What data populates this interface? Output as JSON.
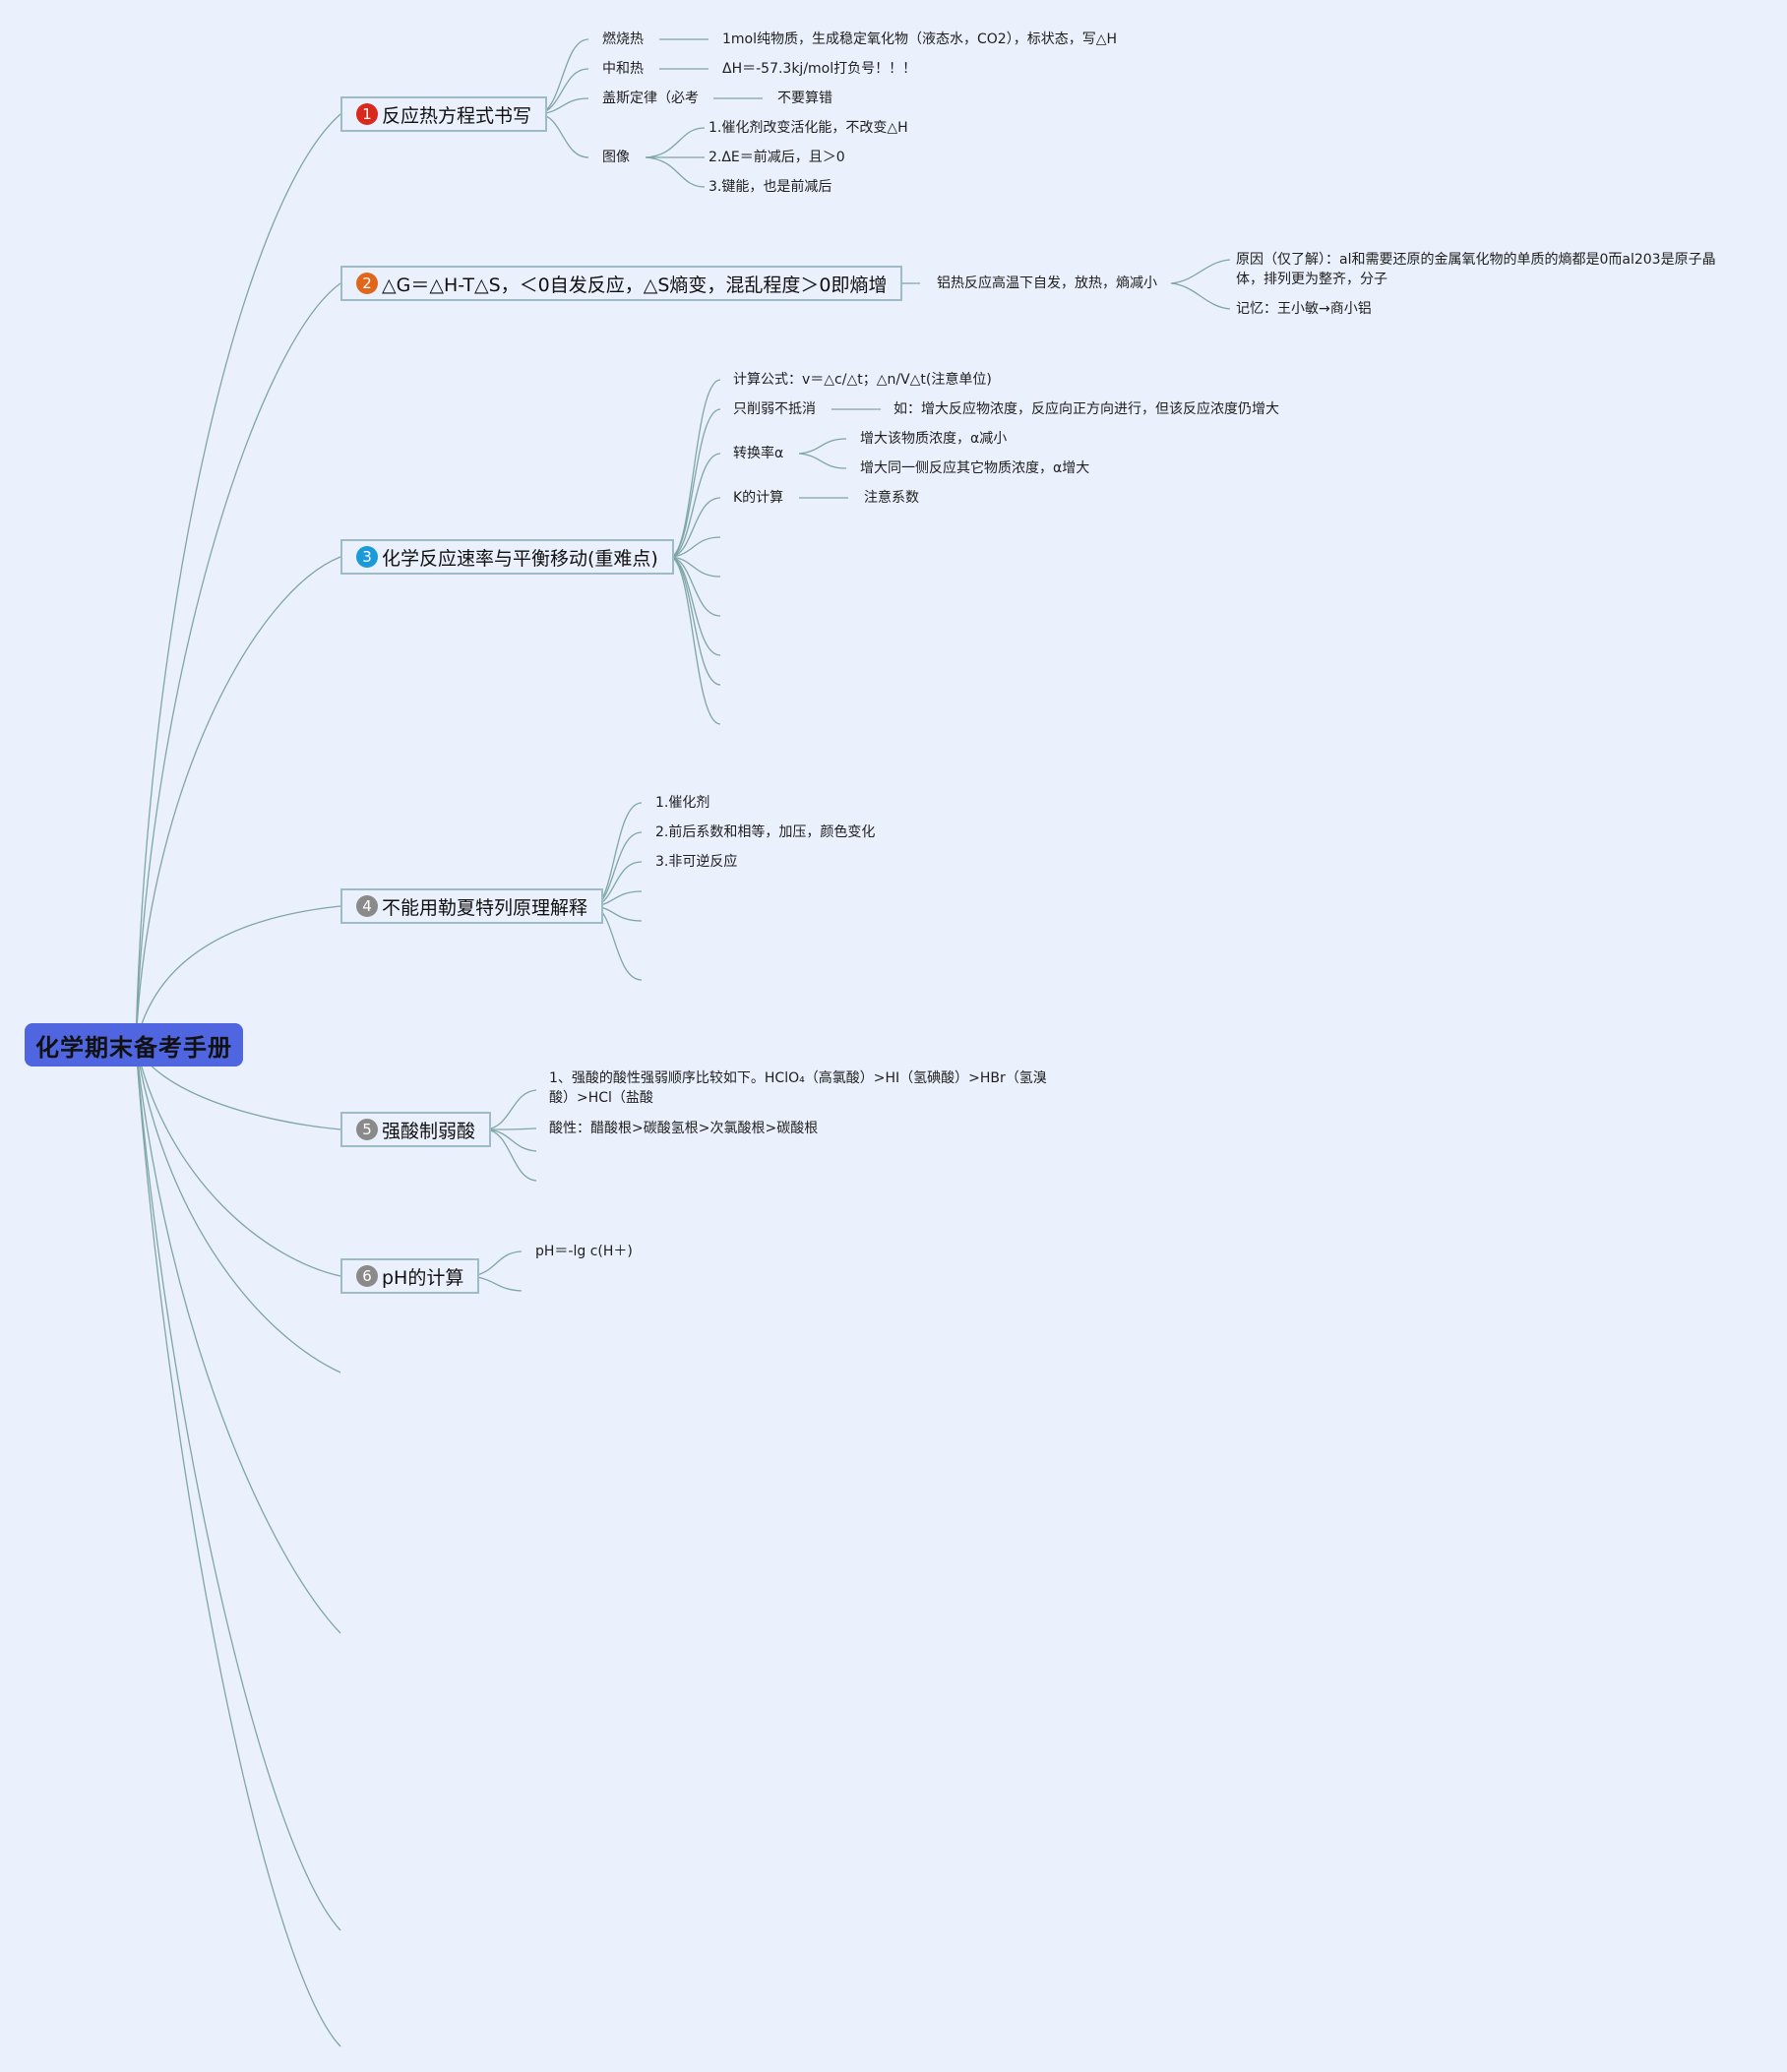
{
  "root": {
    "label": "化学期末备考手册"
  },
  "colors": {
    "background": "#eaf0fc",
    "root_fill": "#4f66e0",
    "line": "#7fa6a4",
    "badge_1": "#d9281c",
    "badge_2": "#e0661c",
    "badge_3": "#1a9ad8",
    "badge_gray": "#8a8a8a"
  },
  "topics": [
    {
      "number": "1",
      "label": "反应热方程式书写",
      "items": {
        "combustion": "燃烧热",
        "combustion_desc": "1mol纯物质，生成稳定氧化物（液态水，CO2），标状态，写△H",
        "neutralization": "中和热",
        "neutralization_desc": "ΔH＝-57.3kj/mol打负号！！！",
        "hess": "盖斯定律（必考",
        "hess_desc": "不要算错",
        "graph": "图像",
        "graph_1": "1.催化剂改变活化能，不改变△H",
        "graph_2": "2.ΔE＝前减后，且＞0",
        "graph_3": "3.键能，也是前减后"
      }
    },
    {
      "number": "2",
      "label": "△G＝△H-T△S，＜0自发反应，△S熵变，混乱程度＞0即熵增",
      "items": {
        "thermite": "铝热反应高温下自发，放热，熵减小",
        "reason": "原因（仅了解）：al和需要还原的金属氧化物的单质的熵都是0而al203是原子晶体，排列更为整齐，分子",
        "memory": "记忆：王小敏→商小铝"
      }
    },
    {
      "number": "3",
      "label": "化学反应速率与平衡移动(重难点)",
      "items": {
        "formula": "计算公式：v＝△c/△t；△n/V△t(注意单位)",
        "weaken": "只削弱不抵消",
        "weaken_desc": "如：增大反应物浓度，反应向正方向进行，但该反应浓度仍增大",
        "conversion": "转换率α",
        "conversion_1": "增大该物质浓度，α减小",
        "conversion_2": "增大同一侧反应其它物质浓度，α增大",
        "k_calc": "K的计算",
        "k_desc": "注意系数"
      }
    },
    {
      "number": "4",
      "label": "不能用勒夏特列原理解释",
      "items": {
        "i1": "1.催化剂",
        "i2": "2.前后系数和相等，加压，颜色变化",
        "i3": "3.非可逆反应"
      }
    },
    {
      "number": "5",
      "label": "强酸制弱酸",
      "items": {
        "order": "1、强酸的酸性强弱顺序比较如下。HClO₄（高氯酸）>HI（氢碘酸）>HBr（氢溴酸）>HCl（盐酸",
        "acidity": "酸性：醋酸根>碳酸氢根>次氯酸根>碳酸根"
      }
    },
    {
      "number": "6",
      "label": "pH的计算",
      "items": {
        "ph": "pH＝-lg c(H＋)"
      }
    }
  ]
}
